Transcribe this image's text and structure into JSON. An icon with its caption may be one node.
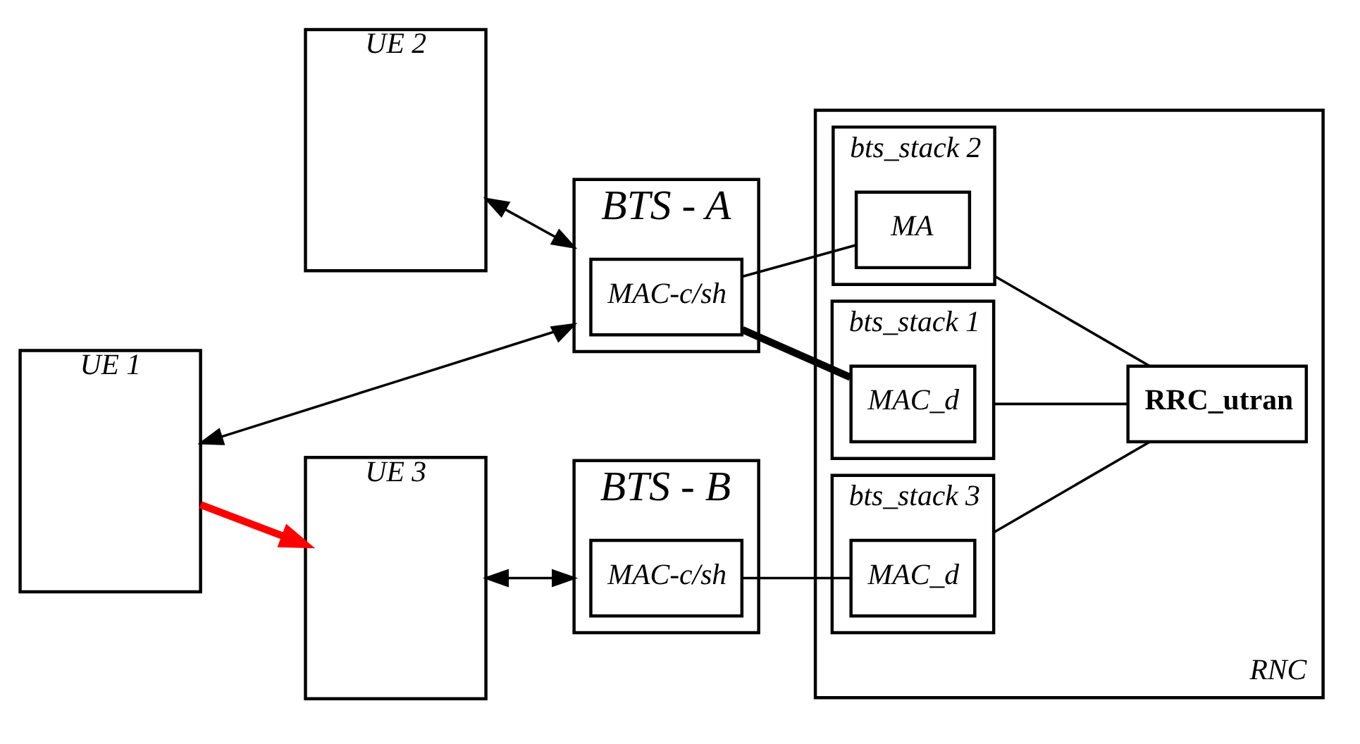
{
  "diagram": {
    "nodes": [
      {
        "text": [
          "UE 2"
        ]
      },
      {
        "text": [
          "UE 1"
        ]
      },
      {
        "text": [
          "BTS - A"
        ]
      },
      {
        "text": [
          "MAC-c/sh"
        ],
        "in": 2
      },
      {
        "text": [
          "RNC"
        ]
      },
      {
        "text": [
          "bts_stack 2"
        ],
        "in": 4
      },
      {
        "text": [
          "MA"
        ],
        "in": 5
      },
      {
        "text": [
          "bts_stack 1"
        ],
        "in": 4
      },
      {
        "text": [
          "MAC_d"
        ],
        "in": 7
      },
      {
        "text": [
          "RRC_utran"
        ],
        "in": 4
      },
      {
        "text": [
          "BTS - B"
        ]
      },
      {
        "text": [
          "MAC-c/sh"
        ],
        "in": 10
      },
      {
        "text": [
          "UE 3"
        ]
      },
      {
        "text": [
          "bts_stack 3"
        ],
        "in": 4
      },
      {
        "text": [
          "MAC_d"
        ],
        "in": 13
      }
    ],
    "edges": [
      {
        "from": 0,
        "to": 2,
        "arrow": "both"
      },
      {
        "from": 1,
        "to": 2,
        "arrow": "both"
      },
      {
        "from": 3,
        "to": 6,
        "arrow": "none"
      },
      {
        "from": 3,
        "to": 8,
        "arrow": "none",
        "style": "thick"
      },
      {
        "from": 5,
        "to": 9,
        "arrow": "none"
      },
      {
        "from": 7,
        "to": 9,
        "arrow": "none"
      },
      {
        "from": 1,
        "to": 12,
        "arrow": "to",
        "style": "thick",
        "color": "#ff0000"
      },
      {
        "from": 12,
        "to": 10,
        "arrow": "both"
      },
      {
        "from": 11,
        "to": 14,
        "arrow": "none"
      },
      {
        "from": 13,
        "to": 9,
        "arrow": "none"
      }
    ]
  }
}
